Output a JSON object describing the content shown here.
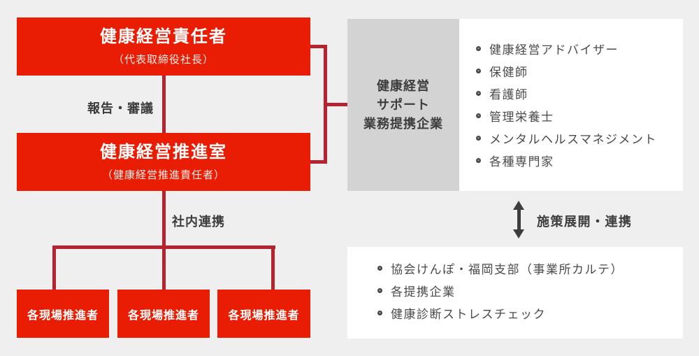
{
  "colors": {
    "background": "#efefef",
    "box_red": "#e81d04",
    "connector_red": "#b5232e",
    "panel_gray": "#d3d3d3",
    "panel_white": "#ffffff",
    "text_dark": "#3d3d3d",
    "text_white": "#ffffff"
  },
  "org": {
    "top_box": {
      "title": "健康経営責任者",
      "subtitle": "（代表取締役社長）"
    },
    "edge_label_report": "報告・審議",
    "middle_box": {
      "title": "健康経営推進室",
      "subtitle": "（健康経営推進責任者）"
    },
    "edge_label_internal": "社内連携",
    "site_boxes": [
      "各現場推進者",
      "各現場推進者",
      "各現場推進者"
    ]
  },
  "support": {
    "gray_box_lines": [
      "健康経営",
      "サポート",
      "業務提携企業"
    ],
    "partners": [
      "健康経営アドバイザー",
      "保健師",
      "看護師",
      "管理栄養士",
      "メンタルヘルスマネジメント",
      "各種専門家"
    ]
  },
  "external": {
    "arrow_label": "施策展開・連携",
    "items": [
      "協会けんぽ・福岡支部（事業所カルテ）",
      "各提携企業",
      "健康診断ストレスチェック"
    ]
  }
}
